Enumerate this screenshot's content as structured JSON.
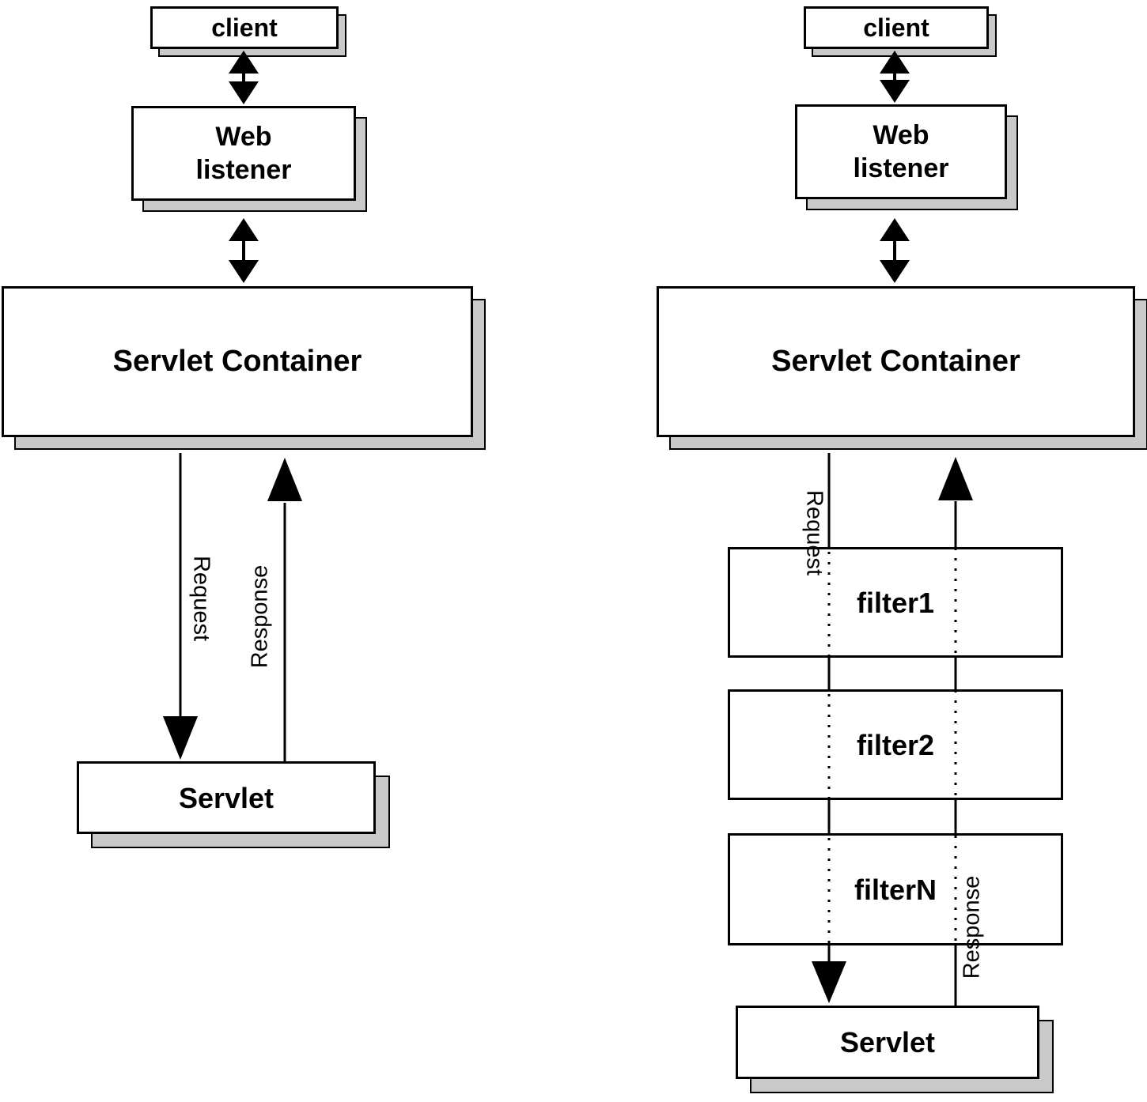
{
  "title": "Servlet container request filtering diagram",
  "colors": {
    "box_fill": "#ffffff",
    "border": "#000000",
    "shadow": "#c9c9c9"
  },
  "diagrams": {
    "left": {
      "client": "client",
      "web_listener": "Web listener",
      "servlet_container": "Servlet Container",
      "servlet": "Servlet",
      "request_label": "Request",
      "response_label": "Response"
    },
    "right": {
      "client": "client",
      "web_listener": "Web listener",
      "servlet_container": "Servlet Container",
      "filters": [
        "filter1",
        "filter2",
        "filterN"
      ],
      "servlet": "Servlet",
      "request_label": "Request",
      "response_label": "Response"
    }
  }
}
